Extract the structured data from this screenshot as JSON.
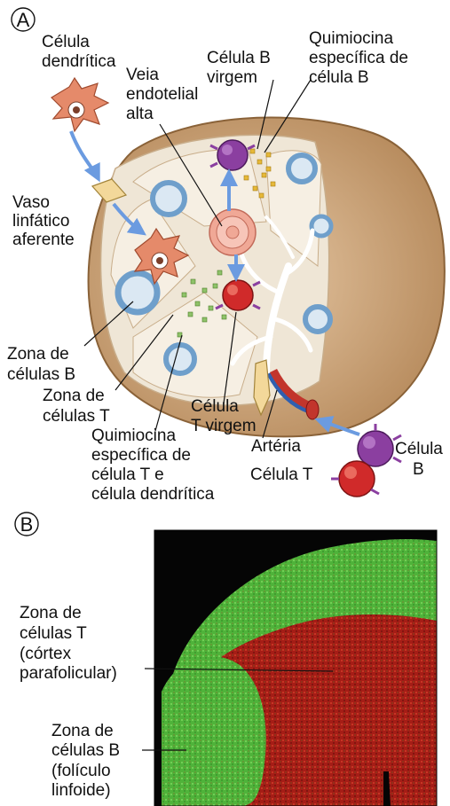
{
  "panel_a": {
    "letter": "A",
    "labels": {
      "dendritic_cell": [
        "Célula",
        "dendrítica"
      ],
      "afferent_vessel": [
        "Vaso",
        "linfático",
        "aferente"
      ],
      "hev": [
        "Veia",
        "endotelial",
        "alta"
      ],
      "naive_b": [
        "Célula B",
        "virgem"
      ],
      "b_chemokine": [
        "Quimiocina",
        "específica de",
        "célula B"
      ],
      "b_zone": [
        "Zona de",
        "células B"
      ],
      "t_zone": [
        "Zona de",
        "células T"
      ],
      "t_chemokine": [
        "Quimiocina",
        "específica de",
        "célula T e",
        "célula dendrítica"
      ],
      "naive_t": [
        "Célula",
        "T virgem"
      ],
      "artery": [
        "Artéria"
      ],
      "t_cell": [
        "Célula T"
      ],
      "b_cell": [
        "Célula",
        "B"
      ]
    }
  },
  "panel_b": {
    "letter": "B",
    "labels": {
      "t_zone": [
        "Zona de",
        "células T",
        "(córtex",
        "parafolicular)"
      ],
      "b_zone": [
        "Zona de",
        "células B",
        "(folículo",
        "linfoide)"
      ]
    }
  },
  "colors": {
    "capsule": "#c9a27c",
    "medulla": "#f4eee4",
    "follicle": "#7fa9cf",
    "b_cell": "#8b3fa0",
    "t_cell": "#d02a2a",
    "dendritic": "#e58a6a",
    "arrow": "#7aa6e0",
    "micro_red": "#b3261e",
    "micro_green": "#3aa63a"
  }
}
